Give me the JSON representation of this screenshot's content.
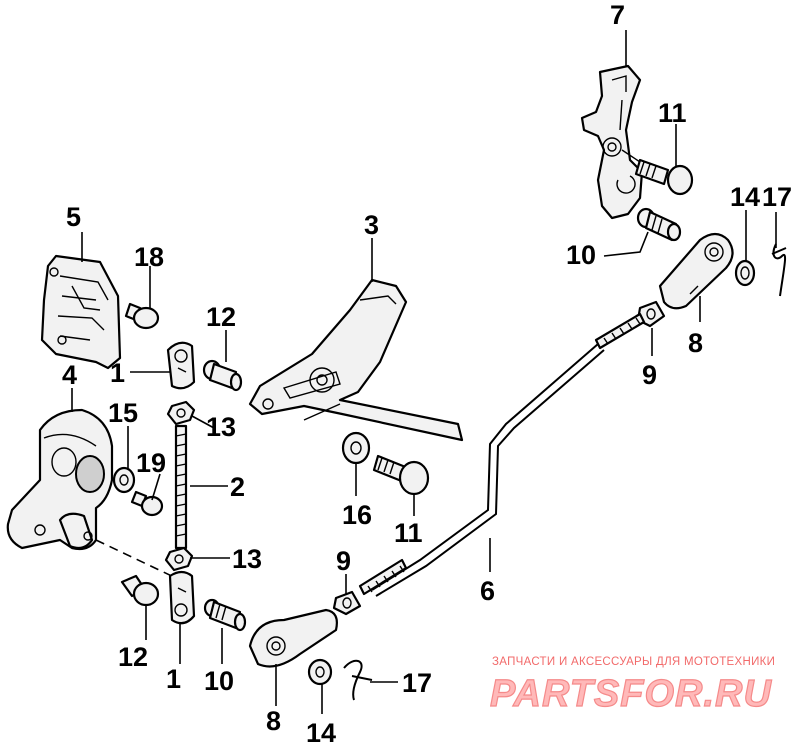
{
  "diagram": {
    "callouts": [
      {
        "id": "c7",
        "text": "7"
      },
      {
        "id": "c11a",
        "text": "11"
      },
      {
        "id": "c14a",
        "text": "14"
      },
      {
        "id": "c17a",
        "text": "17"
      },
      {
        "id": "c10a",
        "text": "10"
      },
      {
        "id": "c5",
        "text": "5"
      },
      {
        "id": "c18",
        "text": "18"
      },
      {
        "id": "c3",
        "text": "3"
      },
      {
        "id": "c12a",
        "text": "12"
      },
      {
        "id": "c1a",
        "text": "1"
      },
      {
        "id": "c8a",
        "text": "8"
      },
      {
        "id": "c9a",
        "text": "9"
      },
      {
        "id": "c4",
        "text": "4"
      },
      {
        "id": "c15",
        "text": "15"
      },
      {
        "id": "c13a",
        "text": "13"
      },
      {
        "id": "c19",
        "text": "19"
      },
      {
        "id": "c2",
        "text": "2"
      },
      {
        "id": "c16",
        "text": "16"
      },
      {
        "id": "c11b",
        "text": "11"
      },
      {
        "id": "c13b",
        "text": "13"
      },
      {
        "id": "c6",
        "text": "6"
      },
      {
        "id": "c9b",
        "text": "9"
      },
      {
        "id": "c12b",
        "text": "12"
      },
      {
        "id": "c1b",
        "text": "1"
      },
      {
        "id": "c10b",
        "text": "10"
      },
      {
        "id": "c8b",
        "text": "8"
      },
      {
        "id": "c14b",
        "text": "14"
      },
      {
        "id": "c17b",
        "text": "17"
      }
    ]
  },
  "watermark": {
    "caption": "ЗАПЧАСТИ И АКСЕССУАРЫ ДЛЯ МОТОТЕХНИКИ",
    "logo": "PARTSFOR.RU",
    "color": "#f26a6a"
  }
}
